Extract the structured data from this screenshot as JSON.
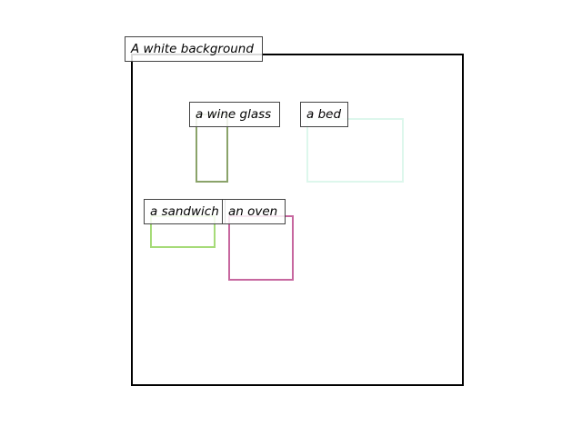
{
  "background_label": "A white background",
  "objects": [
    {
      "key": "wine",
      "label": "a wine glass",
      "color": "#8aa36a"
    },
    {
      "key": "bed",
      "label": "a bed",
      "color": "#ddf7ec"
    },
    {
      "key": "sandwich",
      "label": "a sandwich",
      "color": "#a6db78"
    },
    {
      "key": "oven",
      "label": "an oven",
      "color": "#c7679f"
    }
  ]
}
